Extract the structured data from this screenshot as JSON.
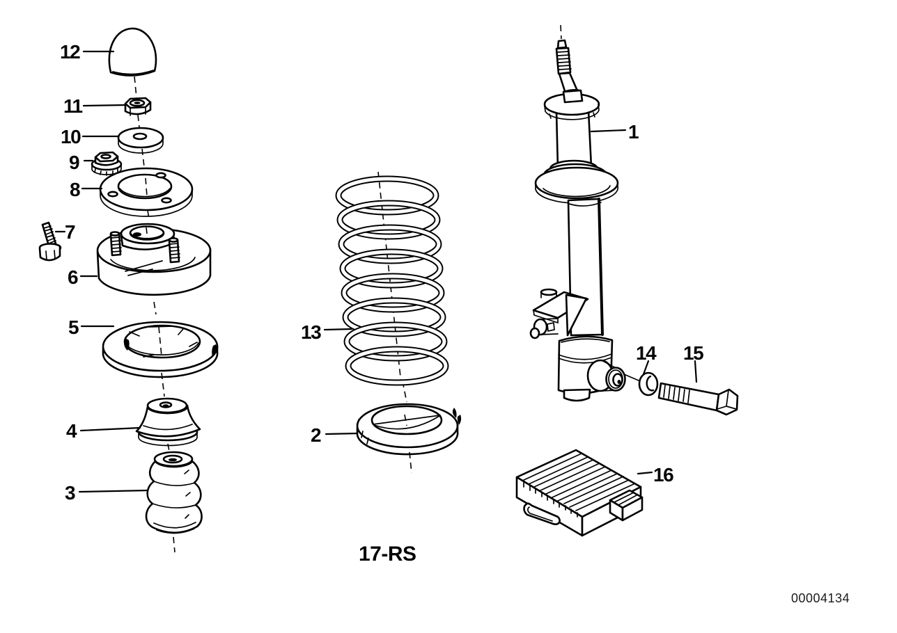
{
  "diagram": {
    "callouts": {
      "1": "1",
      "2": "2",
      "3": "3",
      "4": "4",
      "5": "5",
      "6": "6",
      "7": "7",
      "8": "8",
      "9": "9",
      "10": "10",
      "11": "11",
      "12": "12",
      "13": "13",
      "14": "14",
      "15": "15",
      "16": "16"
    },
    "section_code": "17-RS",
    "drawing_number": "00004134"
  }
}
